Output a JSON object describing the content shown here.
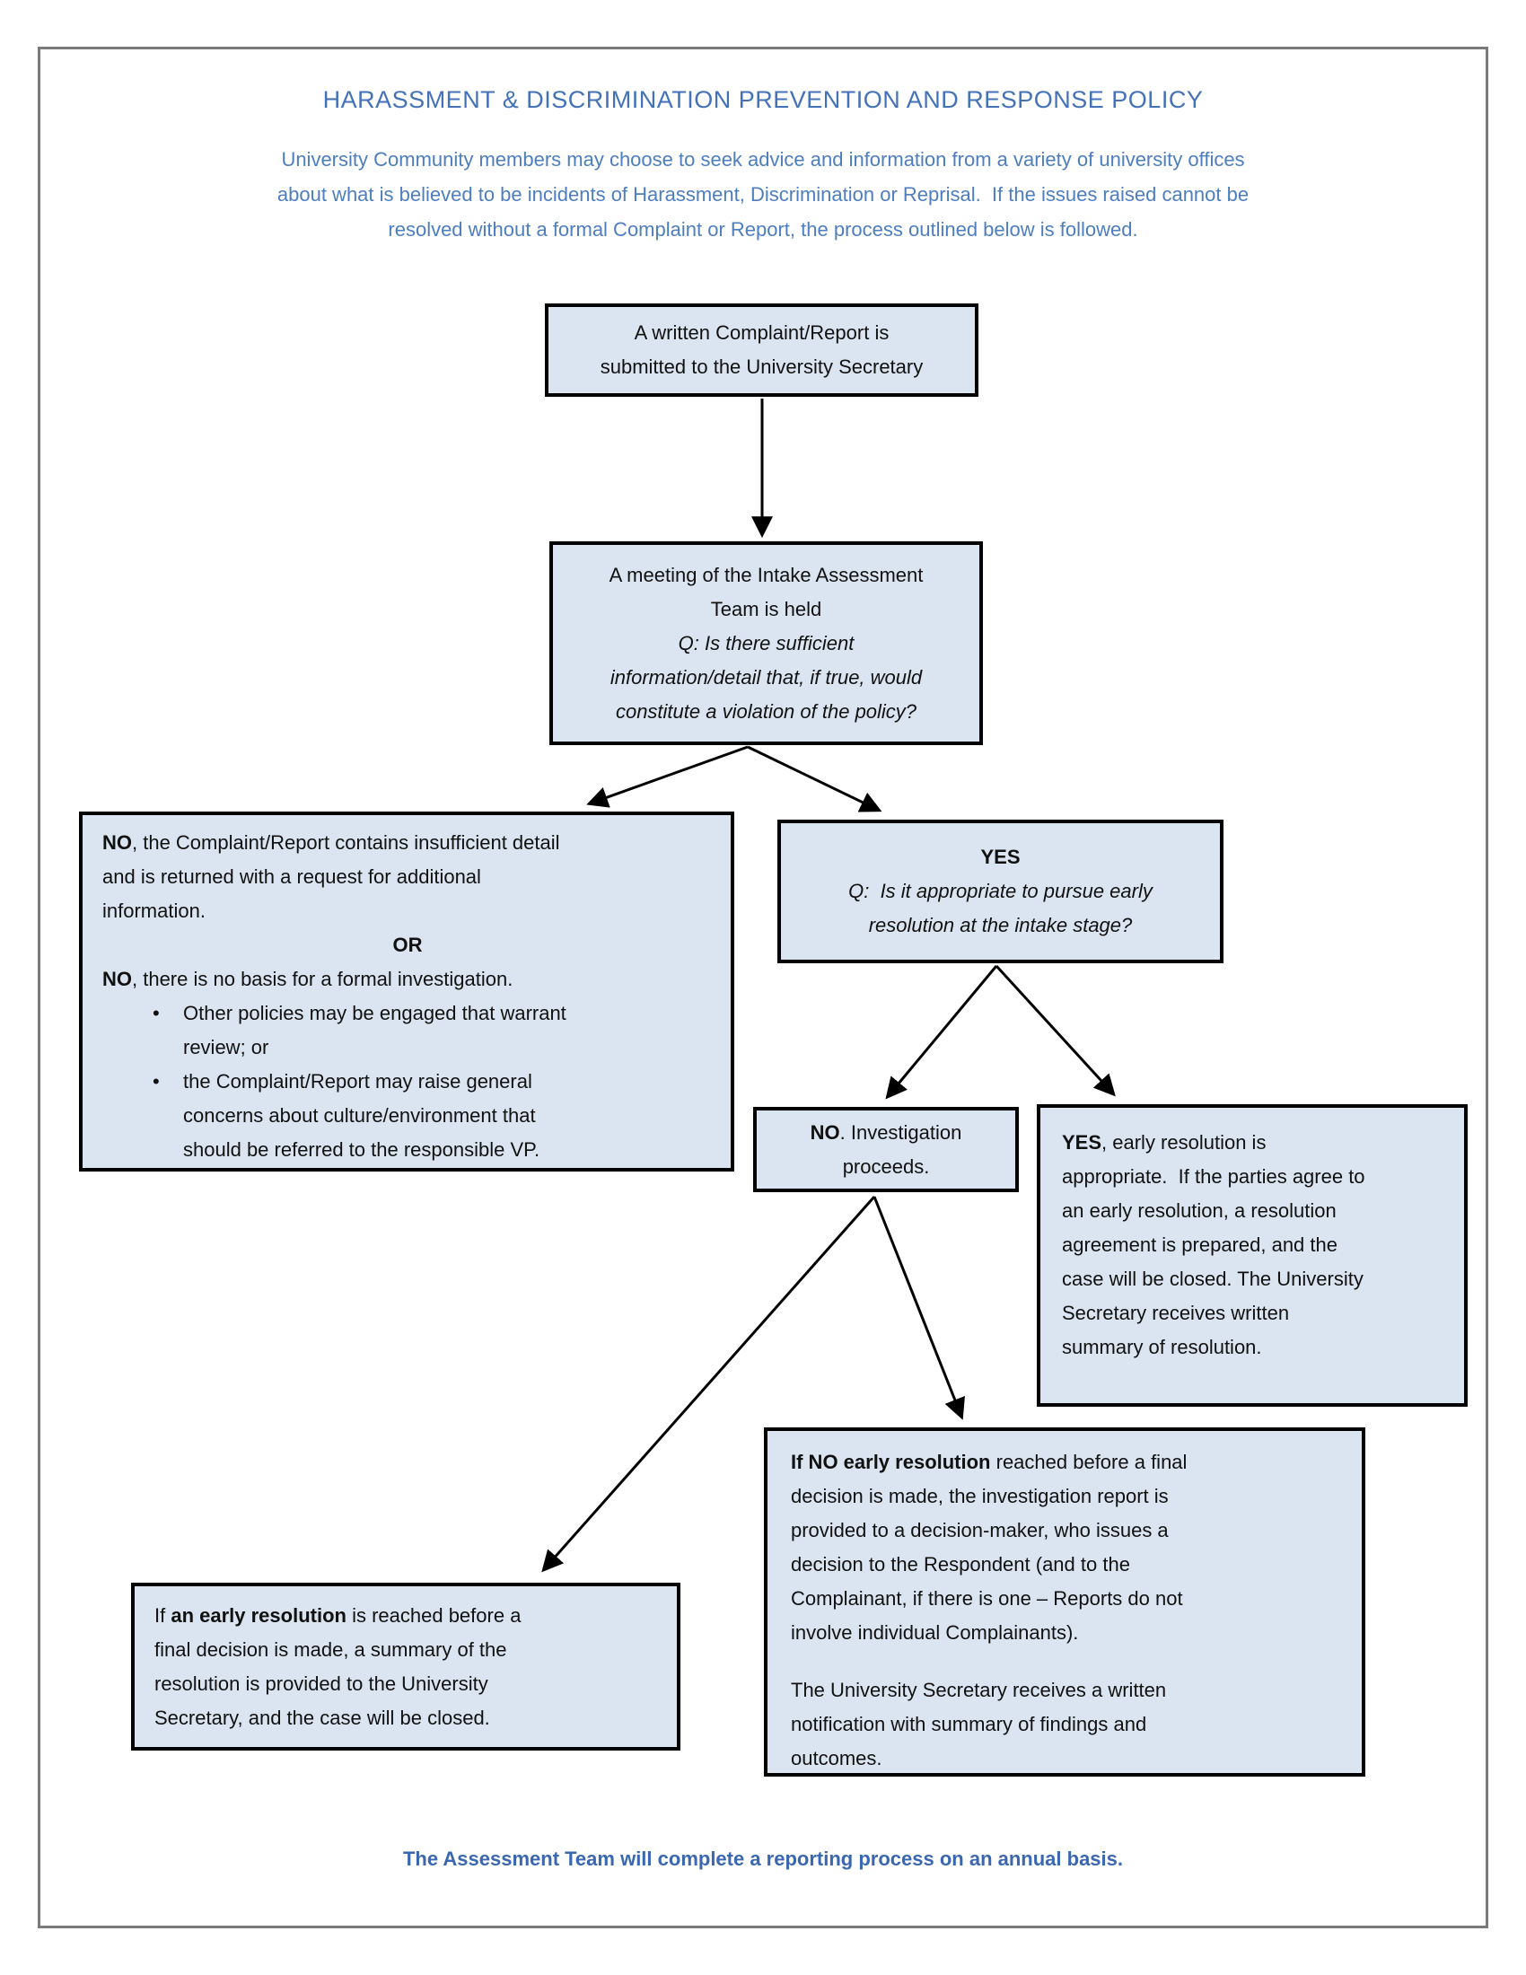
{
  "colors": {
    "box_fill": "#dbe5f1",
    "box_border": "#000000",
    "title_blue": "#4472b8",
    "body_blue": "#4d7ec0",
    "footer_blue": "#3a67b0",
    "page_border": "#7a7a7a",
    "ink": "#111111"
  },
  "page": {
    "title": "HARASSMENT & DISCRIMINATION PREVENTION AND RESPONSE POLICY",
    "intro_lines": [
      "University Community members may choose to seek advice and information from a variety of university offices",
      "about what is believed to be incidents of Harassment, Discrimination or Reprisal.  If the issues raised cannot be",
      "resolved without a formal Complaint or Report, the process outlined below is followed."
    ],
    "footer_note": "The Assessment Team will complete a reporting process on an annual basis."
  },
  "flow": {
    "complaint_box": {
      "l1": "A written Complaint/Report is",
      "l2": "submitted to the University Secretary"
    },
    "meeting_box": {
      "l1": "A meeting of the Intake Assessment",
      "l2": "Team is held",
      "q1": "Q: Is there sufficient",
      "q2": "information/detail that, if true, would",
      "q3": "constitute a violation of the policy?"
    },
    "no_box": {
      "p1_bold": "NO",
      "p1_l1": ", the Complaint/Report contains insufficient detail",
      "p1_l2": "and is returned with a request for additional",
      "p1_l3": "information.",
      "or_label": "OR",
      "p2_bold": "NO",
      "p2_l1": ", there is no basis for a formal investigation.",
      "bullet1_l1": "Other policies may be engaged that warrant",
      "bullet1_l2": "review; or",
      "bullet2_l1": "the Complaint/Report may raise general",
      "bullet2_l2": "concerns about culture/environment that",
      "bullet2_l3": "should be referred to the responsible VP."
    },
    "yes_box": {
      "yes_bold": "YES",
      "q1": "Q:  Is it appropriate to pursue early",
      "q2": "resolution at the intake stage?"
    },
    "no_investigation_box": {
      "bold": "NO",
      "l1": ". Investigation",
      "l2": "proceeds."
    },
    "yes_early_box": {
      "bold": "YES",
      "l1": ", early resolution is",
      "l2": "appropriate.  If the parties agree to",
      "l3": "an early resolution, a resolution",
      "l4": "agreement is prepared, and the",
      "l5": "case will be closed. The University",
      "l6": "Secretary receives written",
      "l7": "summary of resolution."
    },
    "no_early_box": {
      "p1_bold": "If NO early resolution",
      "p1_l1": " reached before a final",
      "p1_l2": "decision is made, the investigation report is",
      "p1_l3": "provided to a decision-maker, who issues a",
      "p1_l4": "decision to the Respondent (and to the",
      "p1_l5": "Complainant, if there is one – Reports do not",
      "p1_l6": "involve individual Complainants).",
      "p2_l1": "The University Secretary receives a written",
      "p2_l2": "notification with summary of findings and",
      "p2_l3": "outcomes."
    },
    "early_res_box": {
      "pre": "If ",
      "bold": "an early resolution",
      "l1": " is reached before a",
      "l2": "final decision is made, a summary of the",
      "l3": "resolution is provided to the University",
      "l4": "Secretary, and the case will be closed."
    }
  }
}
